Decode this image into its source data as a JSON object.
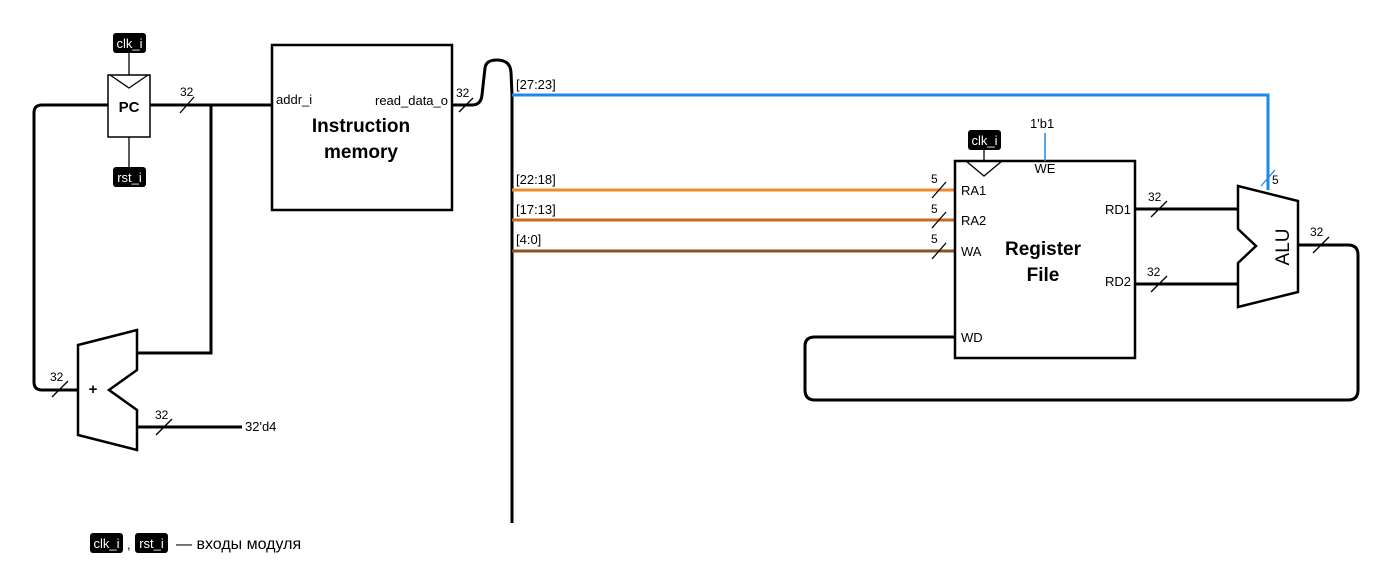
{
  "colors": {
    "bit_27_23": "#1e88e5",
    "bit_22_18": "#f0892a",
    "bit_17_13": "#c66a22",
    "bit_4_0": "#8a5020",
    "wire": "#000000",
    "tag_bg": "#000000",
    "tag_fg": "#ffffff"
  },
  "pc": {
    "label": "PC",
    "clk": "clk_i",
    "rst": "rst_i",
    "width_label": "32"
  },
  "instr_mem": {
    "title_line1": "Instruction",
    "title_line2": "memory",
    "addr_port": "addr_i",
    "data_port": "read_data_o",
    "width_label": "32"
  },
  "adder": {
    "symbol": "+",
    "in_width_label": "32",
    "const_width_label": "32",
    "const_value": "32'd4"
  },
  "bus_fields": [
    {
      "bits": "[27:23]"
    },
    {
      "bits": "[22:18]"
    },
    {
      "bits": "[17:13]"
    },
    {
      "bits": "[4:0]"
    }
  ],
  "reg_file": {
    "title_line1": "Register",
    "title_line2": "File",
    "clk": "clk_i",
    "we_value": "1'b1",
    "ports": {
      "we": "WE",
      "ra1": "RA1",
      "ra2": "RA2",
      "wa": "WA",
      "wd": "WD",
      "rd1": "RD1",
      "rd2": "RD2"
    },
    "addr_width_label": "5",
    "data_width_label": "32"
  },
  "alu": {
    "label": "ALU",
    "op_width_label": "5",
    "out_width_label": "32"
  },
  "legend": {
    "tag1": "clk_i",
    "separator": ",",
    "tag2": "rst_i",
    "text": "— входы модуля"
  }
}
